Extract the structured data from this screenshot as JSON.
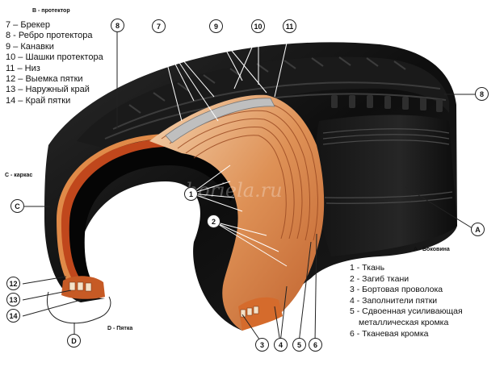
{
  "legend_top": [
    {
      "text": "7 – Брекер"
    },
    {
      "text": "8 - Ребро протектора"
    },
    {
      "text": "9 – Канавки"
    },
    {
      "text": "10 – Шашки протектора"
    },
    {
      "text": "11 – Низ"
    },
    {
      "text": "12 – Выемка пятки"
    },
    {
      "text": "13 – Наружный край"
    },
    {
      "text": "14 – Край пятки"
    }
  ],
  "legend_bottom": [
    {
      "text": "1 - Ткань"
    },
    {
      "text": "2 - Загиб ткани"
    },
    {
      "text": "3 - Бортовая проволока"
    },
    {
      "text": "4 - Заполнители пятки"
    },
    {
      "text": "5 - Сдвоенная усиливающая"
    },
    {
      "text": "металлическая кромка"
    },
    {
      "text": "6 - Тканевая кромка"
    }
  ],
  "section_labels": {
    "b": "B - протектор",
    "c": "C - каркас",
    "a": "A - Боковина",
    "d": "D - Пятка"
  },
  "callouts": {
    "n7": "7",
    "n8a": "8",
    "n9": "9",
    "n10": "10",
    "n11": "11",
    "n8b": "8",
    "n1": "1",
    "n2": "2",
    "nC": "C",
    "nA": "A",
    "n12": "12",
    "n13": "13",
    "n14": "14",
    "nD": "D",
    "n3": "3",
    "n4": "4",
    "n5": "5",
    "n6": "6"
  },
  "watermark": "pohoriela.ru",
  "colors": {
    "rubber": "#0d0d0d",
    "rubber_light": "#3a3a3a",
    "ply_orange": "#d9843f",
    "ply_peach": "#f0c7a0",
    "ply_red": "#b5481f",
    "steel": "#9a9a9a"
  }
}
